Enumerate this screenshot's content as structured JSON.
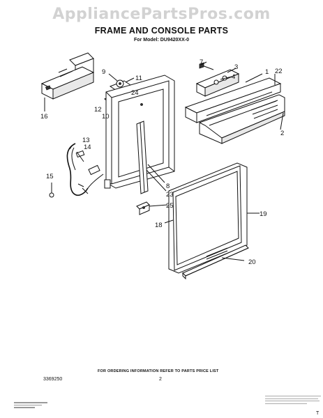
{
  "watermark": "AppliancePartsPros.com",
  "title": "FRAME AND CONSOLE PARTS",
  "subtitle": "For Model: DU9420XX-0",
  "footer_note": "FOR ORDERING INFORMATION REFER TO PARTS PRICE LIST",
  "doc_number": "3369250",
  "page_number": "2",
  "corner_mark": "T",
  "callouts": {
    "c1": "1",
    "c2": "2",
    "c3": "3",
    "c4": "4",
    "c7": "7",
    "c8": "8",
    "c9": "9",
    "c10": "10",
    "c11": "11",
    "c12": "12",
    "c13": "13",
    "c14": "14",
    "c15": "15",
    "c16": "16",
    "c18": "18",
    "c19": "19",
    "c20": "20",
    "c22": "22",
    "c23": "23",
    "c24": "24",
    "c25": "25"
  }
}
